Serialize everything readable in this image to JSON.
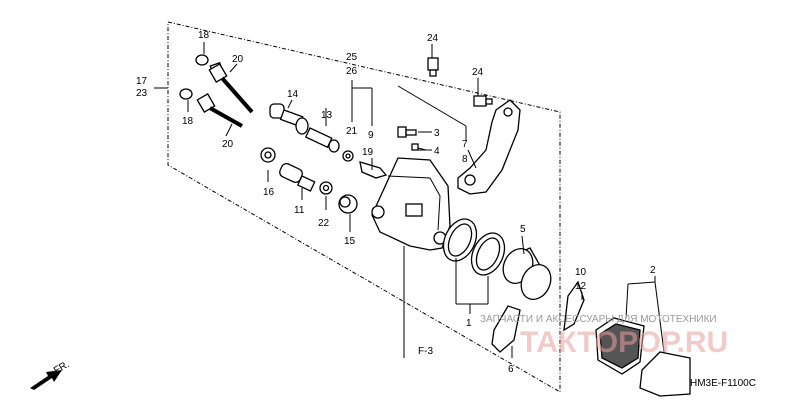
{
  "labels": {
    "p1": "1",
    "p2": "2",
    "p3": "3",
    "p4": "4",
    "p5": "5",
    "p6": "6",
    "p7": "7",
    "p8": "8",
    "p9": "9",
    "p10": "10",
    "p11": "11",
    "p12": "12",
    "p13": "13",
    "p14": "14",
    "p15": "15",
    "p16": "16",
    "p17": "17",
    "p18a": "18",
    "p18b": "18",
    "p19": "19",
    "p20a": "20",
    "p20b": "20",
    "p21": "21",
    "p22": "22",
    "p23": "23",
    "p24a": "24",
    "p24b": "24",
    "p25": "25",
    "p26": "26",
    "ref_f3": "F-3",
    "fr": "FR."
  },
  "diagram_code": "HM3E-F1100C",
  "watermark": {
    "text": "ЗАПЧАСТИ И АКСЕССУАРЫ ДЛЯ МОТОТЕХНИКИ",
    "logo": "ТАКТОРОР.RU"
  }
}
